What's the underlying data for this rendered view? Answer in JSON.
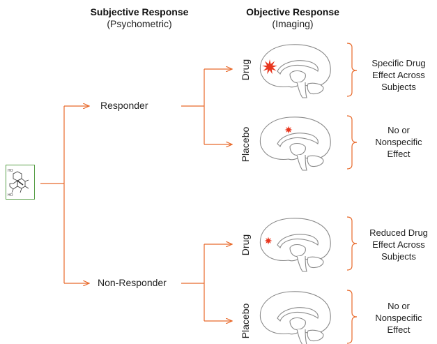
{
  "columns": {
    "subjective": {
      "title": "Subjective Response",
      "subtitle": "(Psychometric)"
    },
    "objective": {
      "title": "Objective Response",
      "subtitle": "(Imaging)"
    }
  },
  "groups": [
    {
      "name": "Responder",
      "conditions": [
        {
          "label": "Drug",
          "activation": "large",
          "outcome": [
            "Specific Drug",
            "Effect Across",
            "Subjects"
          ]
        },
        {
          "label": "Placebo",
          "activation": "small",
          "outcome": [
            "No or",
            "Nonspecific",
            "Effect"
          ]
        }
      ]
    },
    {
      "name": "Non-Responder",
      "conditions": [
        {
          "label": "Drug",
          "activation": "small",
          "outcome": [
            "Reduced Drug",
            "Effect Across",
            "Subjects"
          ]
        },
        {
          "label": "Placebo",
          "activation": "none",
          "outcome": [
            "No or",
            "Nonspecific",
            "Effect"
          ]
        }
      ]
    }
  ],
  "molecule_labels": {
    "top": "HO",
    "bottom": "HO"
  },
  "colors": {
    "arrow": "#e8692a",
    "activation": "#e8361e",
    "molecule_border": "#5aa04a",
    "brain_line": "#888888"
  }
}
